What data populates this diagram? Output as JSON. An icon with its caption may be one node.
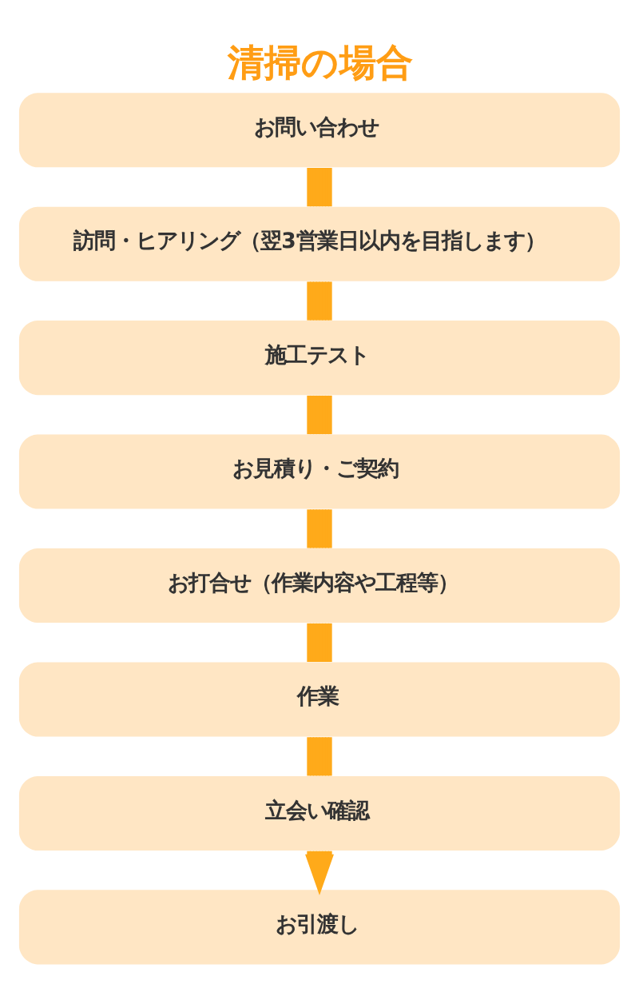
{
  "diagram": {
    "title": "清掃の場合",
    "nodes": [
      {
        "text": [
          "お問い合わせ"
        ]
      },
      {
        "text": [
          "訪問・ヒアリング（翌3営業日以内を目指します）"
        ]
      },
      {
        "text": [
          "施工テスト"
        ]
      },
      {
        "text": [
          "お見積り・ご契約"
        ]
      },
      {
        "text": [
          "お打合せ（作業内容や工程等）"
        ]
      },
      {
        "text": [
          "作業"
        ]
      },
      {
        "text": [
          "立会い確認"
        ]
      },
      {
        "text": [
          "お引渡し"
        ]
      }
    ],
    "edges": [
      {
        "from": 0,
        "to": 1,
        "arrow": "none"
      },
      {
        "from": 1,
        "to": 2,
        "arrow": "none"
      },
      {
        "from": 2,
        "to": 3,
        "arrow": "none"
      },
      {
        "from": 3,
        "to": 4,
        "arrow": "none"
      },
      {
        "from": 4,
        "to": 5,
        "arrow": "none"
      },
      {
        "from": 5,
        "to": 6,
        "arrow": "none"
      },
      {
        "from": 6,
        "to": 7,
        "arrow": "to"
      }
    ]
  }
}
